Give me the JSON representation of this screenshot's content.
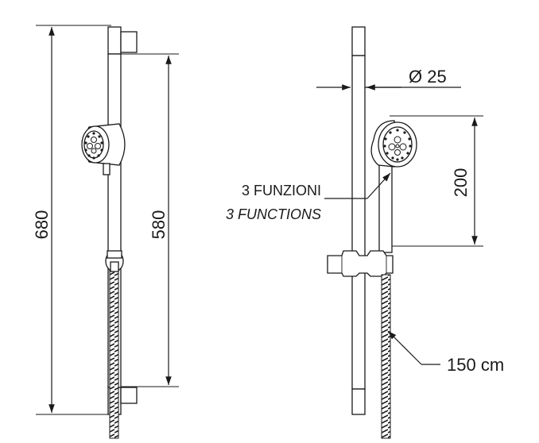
{
  "dimensions": {
    "total_height": "680",
    "rail_length": "580",
    "diameter": "Ø 25",
    "head_drop": "200",
    "hose_length": "150 cm"
  },
  "labels": {
    "functions_it": "3 FUNZIONI",
    "functions_en": "3 FUNCTIONS"
  }
}
